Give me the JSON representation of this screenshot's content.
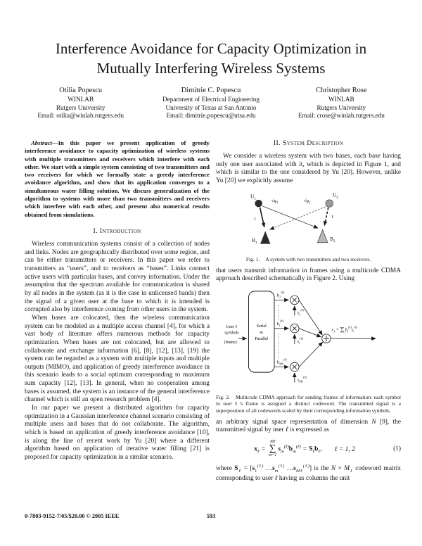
{
  "paper": {
    "title": "Interference Avoidance for Capacity Optimization in Mutually Interfering Wireless Systems",
    "footer_left": "0-7803-9152-7/05/$20.00 © 2005 IEEE",
    "page_number": "593"
  },
  "authors": [
    {
      "name": "Otilia Popescu",
      "affil1": "WINLAB",
      "affil2": "Rutgers University",
      "email": "Email: otilia@winlab.rutgers.edu"
    },
    {
      "name": "Dimitrie C. Popescu",
      "affil1": "Department of Electrical Engineering",
      "affil2": "University of Texas at San Antonio",
      "email": "Email: dimitrie.popescu@utsa.edu"
    },
    {
      "name": "Christopher Rose",
      "affil1": "WINLAB",
      "affil2": "Rutgers University",
      "email": "Email: crose@winlab.rutgers.edu"
    }
  ],
  "abstract": {
    "label": "Abstract",
    "text": "—In this paper we present application of greedy interference avoidance to capacity optimization of wireless systems with multiple transmitters and receivers which interfere with each other. We start with a simple system consisting of two transmitters and two receivers for which we formally state a greedy interference avoidance algorithm, and show that its application converges to a simultaneous water filling solution. We discuss generalization of the algorithm to systems with more than two transmitters and receivers which interfere with each other, and present also numerical results obtained from simulations."
  },
  "intro": {
    "heading": "I. Introduction",
    "p1": "Wireless communication systems consist of a collection of nodes and links. Nodes are geographically distributed over some region, and can be either transmitters or receivers. In this paper we refer to transmitters as “users”, and to receivers as “bases”. Links connect active users with particular bases, and convey information. Under the assumption that the spectrum available for communication is shared by all nodes in the system (as it is the case in unlicensed bands) then the signal of a given user at the base to which it is intended is corrupted also by interference coming from other users in the system.",
    "p2": "When bases are colocated, then the wireless communication system can be modeled as a multiple access channel [4], for which a vast body of literature offers numerous methods for capacity optimization. When bases are not colocated, but are allowed to collaborate and exchange information [6], [8], [12], [13], [19] the system can be regarded as a system with multiple inputs and multiple outputs (MIMO), and application of greedy interference avoidance in this scenario leads to a social optimum corresponding to maximum sum capacity [12], [13]. In general, when no cooperation among bases is assumed, the system is an instance of the general interference channel which is still an open research problem [4].",
    "p3": "In our paper we present a distributed algorithm for capacity optimization in a Gaussian interference channel scenario consisting of multiple users and bases that do not collaborate. The algorithm, which is based on application of greedy interference avoidance [10], is along the line of recent work by Yu [20] where a different algorithm based on application of iterative water filling [21] is proposed for capacity optimization in a similar scenario."
  },
  "system": {
    "heading": "II. System Description",
    "p1": "We consider a wireless system with two bases, each base having only one user associated with it, which is depicted in Figure 1, and which is similar to the one considered by Yu [20]. However, unlike Yu [20] we explicitly assume",
    "p2": "that users transmit information in frames using a multicode CDMA approach described schematically in Figure 2. Using",
    "p3_runs": [
      {
        "t": "an arbitrary signal space representation of dimension "
      },
      {
        "t": "N",
        "c": "i"
      },
      {
        "t": " [9], the transmitted signal by user "
      },
      {
        "t": "ℓ",
        "c": "i"
      },
      {
        "t": " is expressed as"
      }
    ],
    "p4_runs": [
      {
        "t": "where "
      },
      {
        "t": "S",
        "c": "b"
      },
      {
        "t": "ℓ",
        "c": "sub i"
      },
      {
        "t": " = ["
      },
      {
        "t": "s",
        "c": "b"
      },
      {
        "t": "1",
        "c": "sub"
      },
      {
        "t": "(ℓ)",
        "c": "sup i"
      },
      {
        "t": " …"
      },
      {
        "t": "s",
        "c": "b"
      },
      {
        "t": "m",
        "c": "sub i"
      },
      {
        "t": "(ℓ)",
        "c": "sup i"
      },
      {
        "t": " …"
      },
      {
        "t": "s",
        "c": "b"
      },
      {
        "t": "Mℓ",
        "c": "sub i"
      },
      {
        "t": "(ℓ)",
        "c": "sup i"
      },
      {
        "t": "] is the "
      },
      {
        "t": "N",
        "c": "i"
      },
      {
        "t": " × "
      },
      {
        "t": "M",
        "c": "i"
      },
      {
        "t": "ℓ",
        "c": "sub i"
      },
      {
        "t": " codeword matrix corresponding to user "
      },
      {
        "t": "ℓ",
        "c": "i"
      },
      {
        "t": " having as columns the unit"
      }
    ]
  },
  "fig1": {
    "caption_label": "Fig. 1.",
    "caption_text": "A system with two transmitters and two receivers.",
    "u1": "U",
    "u1s": "1",
    "u2": "U",
    "u2s": "2",
    "b1": "B",
    "b1s": "1",
    "b2": "B",
    "b2s": "2",
    "g1": "√g",
    "g1s": "1",
    "g2": "√g",
    "g2s": "2",
    "w1": "1",
    "w2": "1"
  },
  "fig2": {
    "caption_label": "Fig. 2.",
    "caption_text": "Multicode CDMA approach for sending frames of information: each symbol in user ℓ’s frame is assigned a distinct codeword. The transmitted signal is a superposition of all codewords scaled by their corresponding information symbols.",
    "in1": "User ℓ",
    "in2": "symbols",
    "in3": "(frame)",
    "box1": "Serial",
    "box2": "to",
    "box3": "Parallel",
    "b1": "b",
    "b1sub": "1",
    "bi": "b",
    "bisub": "i",
    "bM": "b",
    "bMsub": "Mℓ",
    "s1": "s",
    "s1sub": "1",
    "si": "s",
    "sisub": "i",
    "sM": "s",
    "sMsub": "Mℓ",
    "lsup": "(ℓ)",
    "out1": "x",
    "out1s": "ℓ",
    "out2": " = ",
    "out3": "∑",
    "out3s": "i",
    "out4": "b",
    "out4s": "i",
    "out5": "(ℓ)",
    "out6": "s",
    "out6s": "i",
    "out7": "(ℓ)"
  },
  "equation": {
    "x": "x",
    "xsub": "ℓ",
    "eq": "=",
    "sumtop": "Mℓ",
    "sum": "∑",
    "sumbot": "m=1",
    "s": "s",
    "ssub": "m",
    "ssup": "(ℓ)",
    "b": "b",
    "bsub": "m",
    "bsup": "(ℓ)",
    "S": "S",
    "Ssub": "ℓ",
    "b2": "b",
    "b2sub": "ℓ",
    "comma": ",",
    "cond": "ℓ = 1, 2",
    "num": "(1)"
  }
}
